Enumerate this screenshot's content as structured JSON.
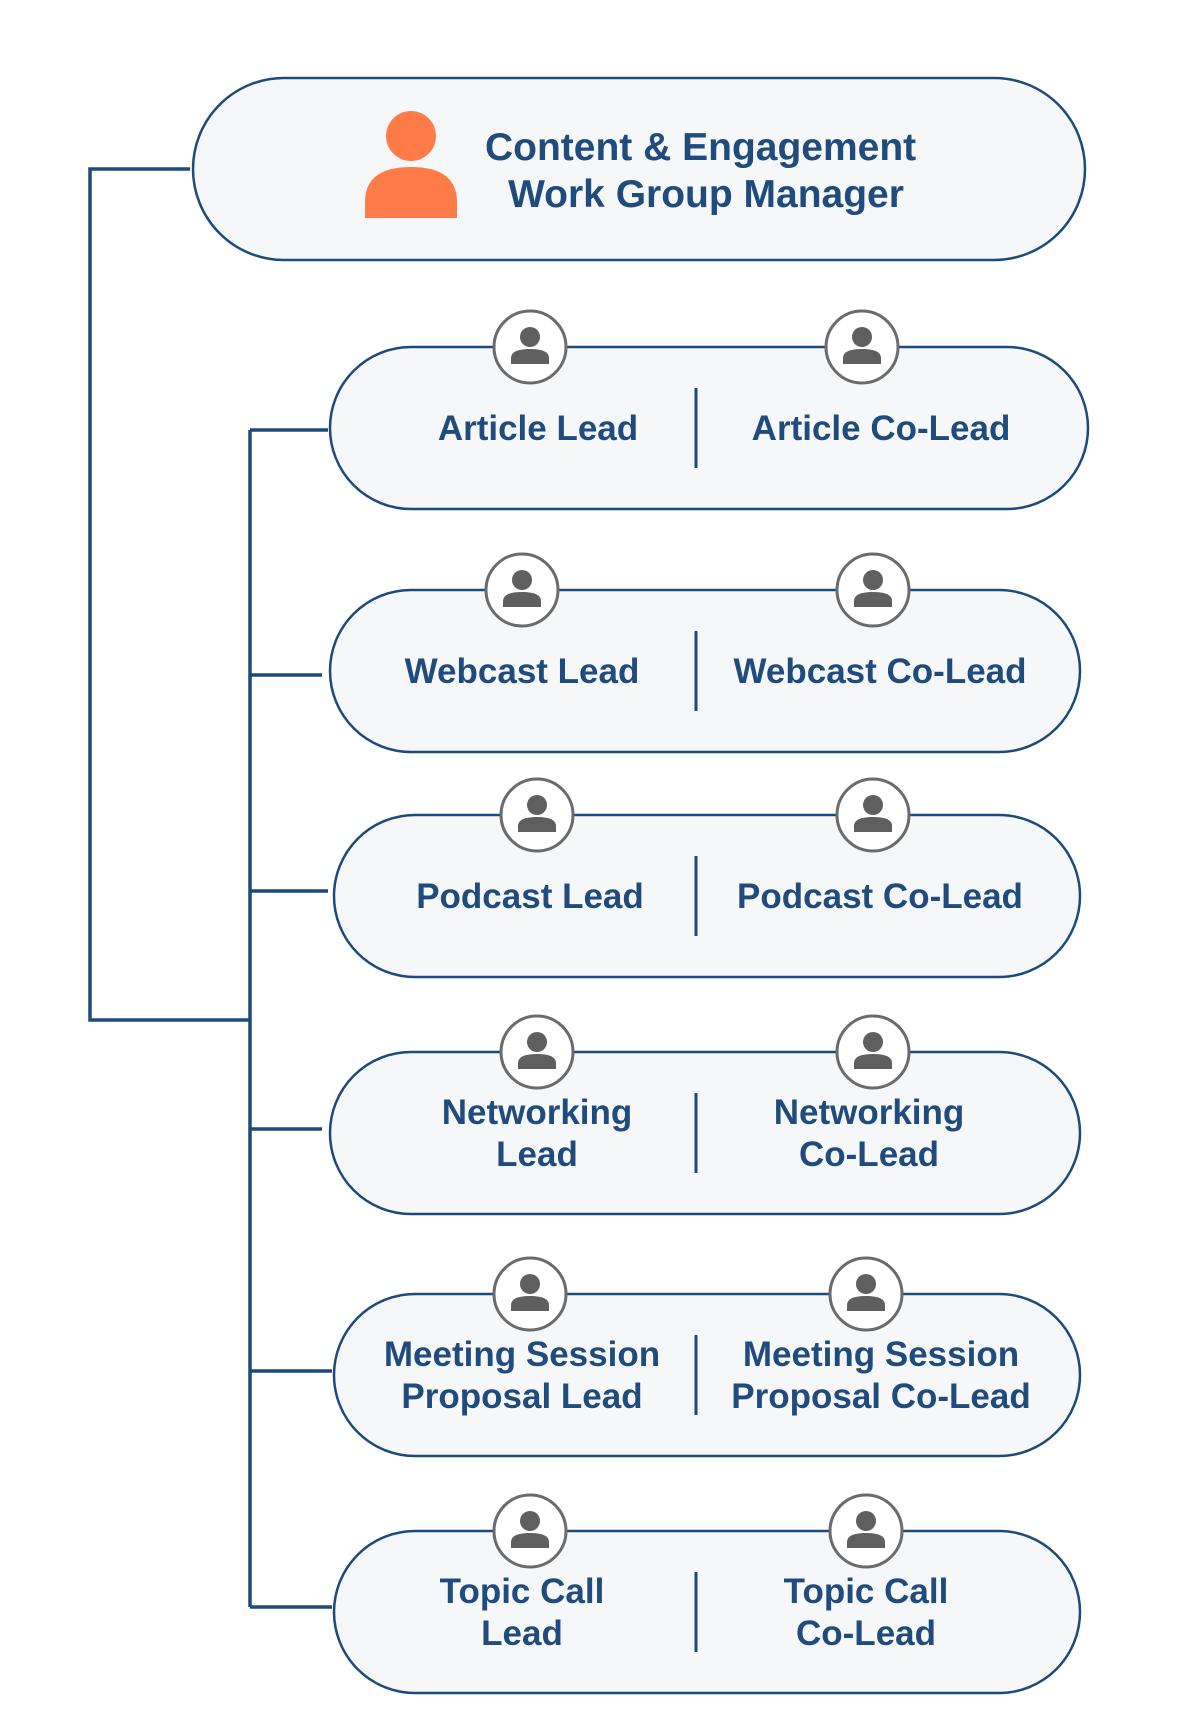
{
  "manager": {
    "title_lines": [
      "Content & Engagement",
      "Work Group Manager"
    ],
    "icon": "person-icon",
    "icon_color": "#ff7b47"
  },
  "roles": [
    {
      "lead": [
        "Article Lead"
      ],
      "colead": [
        "Article Co-Lead"
      ]
    },
    {
      "lead": [
        "Webcast Lead"
      ],
      "colead": [
        "Webcast Co-Lead"
      ]
    },
    {
      "lead": [
        "Podcast Lead"
      ],
      "colead": [
        "Podcast Co-Lead"
      ]
    },
    {
      "lead": [
        "Networking",
        "Lead"
      ],
      "colead": [
        "Networking",
        "Co-Lead"
      ]
    },
    {
      "lead": [
        "Meeting Session",
        "Proposal Lead"
      ],
      "colead": [
        "Meeting Session",
        "Proposal Co-Lead"
      ]
    },
    {
      "lead": [
        "Topic Call",
        "Lead"
      ],
      "colead": [
        "Topic Call",
        "Co-Lead"
      ]
    }
  ],
  "colors": {
    "line": "#1d4a7c",
    "text": "#1f4b7d",
    "box_fill": "#f6f7f9",
    "avatar_icon": "#5f5f5f"
  }
}
